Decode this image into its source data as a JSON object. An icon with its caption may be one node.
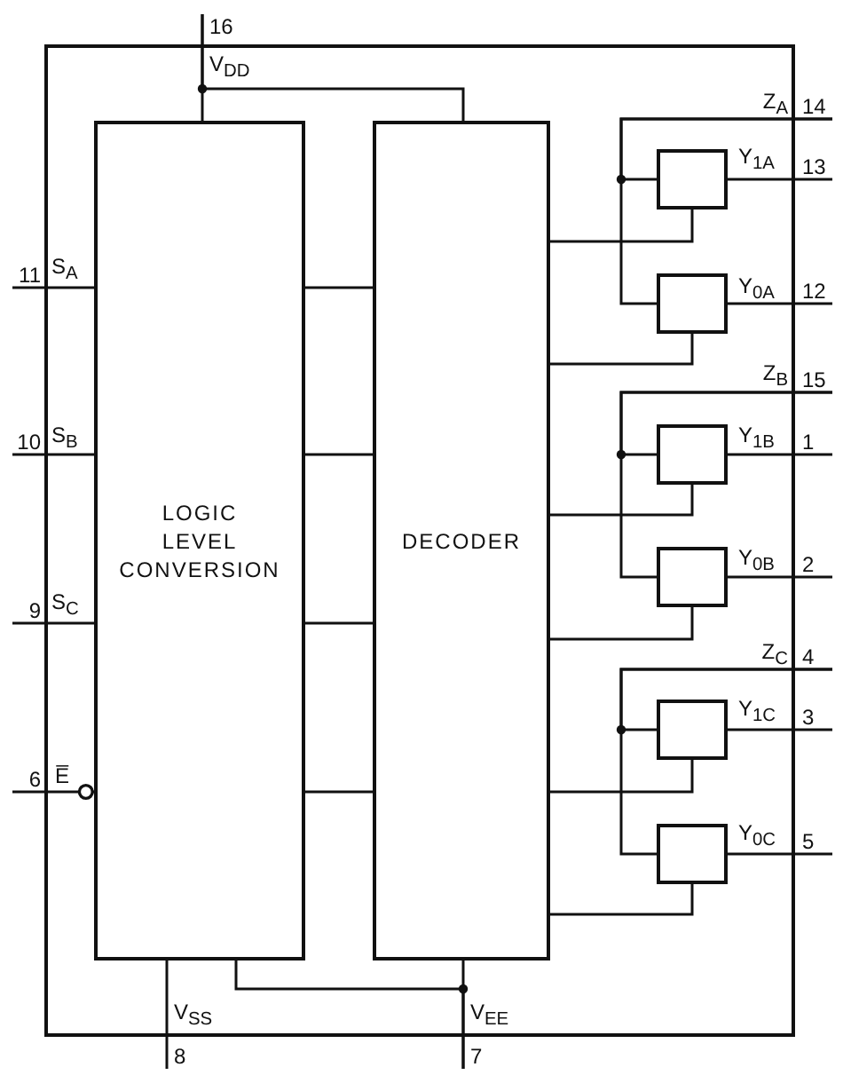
{
  "diagram": {
    "nodes": [
      {
        "text": [],
        "shape": "box"
      },
      {
        "text": [
          "LOGIC LEVEL CONVERSION"
        ],
        "in": 0
      },
      {
        "text": [
          "DECODER"
        ],
        "in": 0
      },
      {
        "text": [],
        "shape": "box",
        "in": 0,
        "beside": [
          "Y$_{1A}$"
        ]
      },
      {
        "text": [],
        "shape": "box",
        "in": 0,
        "beside": [
          "Y$_{0A}$"
        ]
      },
      {
        "text": [],
        "shape": "box",
        "in": 0,
        "beside": [
          "Y$_{1B}$"
        ]
      },
      {
        "text": [],
        "shape": "box",
        "in": 0,
        "beside": [
          "Y$_{0B}$"
        ]
      },
      {
        "text": [],
        "shape": "box",
        "in": 0,
        "beside": [
          "Y$_{1C}$"
        ]
      },
      {
        "text": [],
        "shape": "box",
        "in": 0,
        "beside": [
          "Y$_{0C}$"
        ]
      },
      {
        "text": [
          "16"
        ],
        "beside": [
          "V$_{DD}$"
        ]
      },
      {
        "text": [
          "14"
        ],
        "beside": [
          "Z$_{A}$"
        ]
      },
      {
        "text": [
          "13"
        ]
      },
      {
        "text": [
          "11"
        ],
        "beside": [
          "S$_{A}$"
        ]
      },
      {
        "text": [
          "12"
        ]
      },
      {
        "text": [
          "15"
        ],
        "beside": [
          "Z$_{B}$"
        ]
      },
      {
        "text": [
          "10"
        ],
        "beside": [
          "S$_{B}$"
        ]
      },
      {
        "text": [
          "1"
        ]
      },
      {
        "text": [
          "2"
        ]
      },
      {
        "text": [
          "9"
        ],
        "beside": [
          "S$_{C}$"
        ]
      },
      {
        "text": [
          "4"
        ],
        "beside": [
          "Z$_{C}$"
        ]
      },
      {
        "text": [
          "3"
        ]
      },
      {
        "text": [
          "6"
        ],
        "beside": [
          "E̅"
        ]
      },
      {
        "text": [
          "5"
        ]
      },
      {
        "text": [
          "8"
        ],
        "beside": [
          "V$_{SS}$"
        ]
      },
      {
        "text": [
          "7"
        ],
        "beside": [
          "V$_{EE}$"
        ]
      }
    ],
    "edges": [
      {
        "from": 9,
        "to": 1,
        "arrow": "none"
      },
      {
        "from": 9,
        "to": 2,
        "arrow": "none"
      },
      {
        "from": 12,
        "to": 1,
        "arrow": "none"
      },
      {
        "from": 15,
        "to": 1,
        "arrow": "none"
      },
      {
        "from": 18,
        "to": 1,
        "arrow": "none"
      },
      {
        "from": 21,
        "to": 1,
        "arrow": "other"
      },
      {
        "from": 1,
        "to": 2,
        "arrow": "none"
      },
      {
        "from": 1,
        "to": 2,
        "arrow": "none"
      },
      {
        "from": 1,
        "to": 2,
        "arrow": "none"
      },
      {
        "from": 1,
        "to": 2,
        "arrow": "none"
      },
      {
        "from": 23,
        "to": 1,
        "arrow": "none"
      },
      {
        "from": 24,
        "to": 2,
        "arrow": "none"
      },
      {
        "from": 24,
        "to": 1,
        "arrow": "none"
      },
      {
        "from": 10,
        "to": 3,
        "arrow": "none"
      },
      {
        "from": 3,
        "to": 11,
        "arrow": "none"
      },
      {
        "from": 2,
        "to": 3,
        "arrow": "none"
      },
      {
        "from": 10,
        "to": 4,
        "arrow": "none"
      },
      {
        "from": 4,
        "to": 13,
        "arrow": "none"
      },
      {
        "from": 2,
        "to": 4,
        "arrow": "none"
      },
      {
        "from": 14,
        "to": 5,
        "arrow": "none"
      },
      {
        "from": 5,
        "to": 16,
        "arrow": "none"
      },
      {
        "from": 2,
        "to": 5,
        "arrow": "none"
      },
      {
        "from": 14,
        "to": 6,
        "arrow": "none"
      },
      {
        "from": 6,
        "to": 17,
        "arrow": "none"
      },
      {
        "from": 2,
        "to": 6,
        "arrow": "none"
      },
      {
        "from": 19,
        "to": 7,
        "arrow": "none"
      },
      {
        "from": 7,
        "to": 20,
        "arrow": "none"
      },
      {
        "from": 2,
        "to": 7,
        "arrow": "none"
      },
      {
        "from": 19,
        "to": 8,
        "arrow": "none"
      },
      {
        "from": 8,
        "to": 22,
        "arrow": "none"
      },
      {
        "from": 2,
        "to": 8,
        "arrow": "none"
      }
    ]
  }
}
